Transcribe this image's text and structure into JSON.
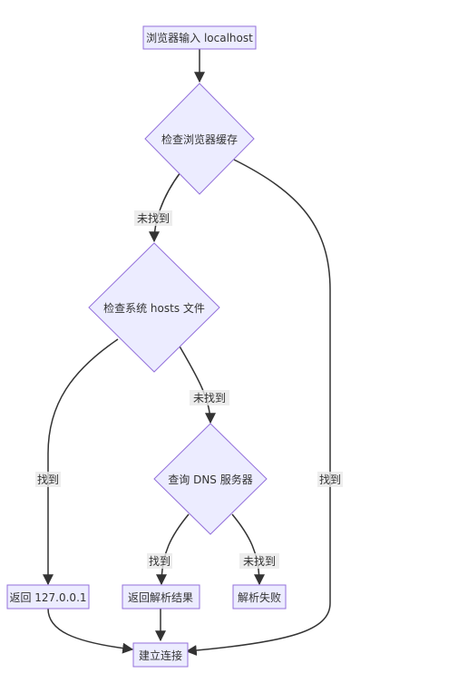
{
  "colors": {
    "node_fill": "#ECECFF",
    "node_stroke": "#9370DB",
    "edge": "#333333",
    "label_bg": "#E8E8E8",
    "text": "#333333"
  },
  "nodes": {
    "browser_input": "浏览器输入 localhost",
    "check_cache": "检查浏览器缓存",
    "check_hosts": "检查系统 hosts 文件",
    "query_dns": "查询 DNS 服务器",
    "return_localhost": "返回 127.0.0.1",
    "return_resolved": "返回解析结果",
    "resolve_fail": "解析失败",
    "establish_connection": "建立连接"
  },
  "edge_labels": {
    "cache_not_found": "未找到",
    "cache_found": "找到",
    "hosts_found": "找到",
    "hosts_not_found": "未找到",
    "dns_found": "找到",
    "dns_not_found": "未找到"
  }
}
